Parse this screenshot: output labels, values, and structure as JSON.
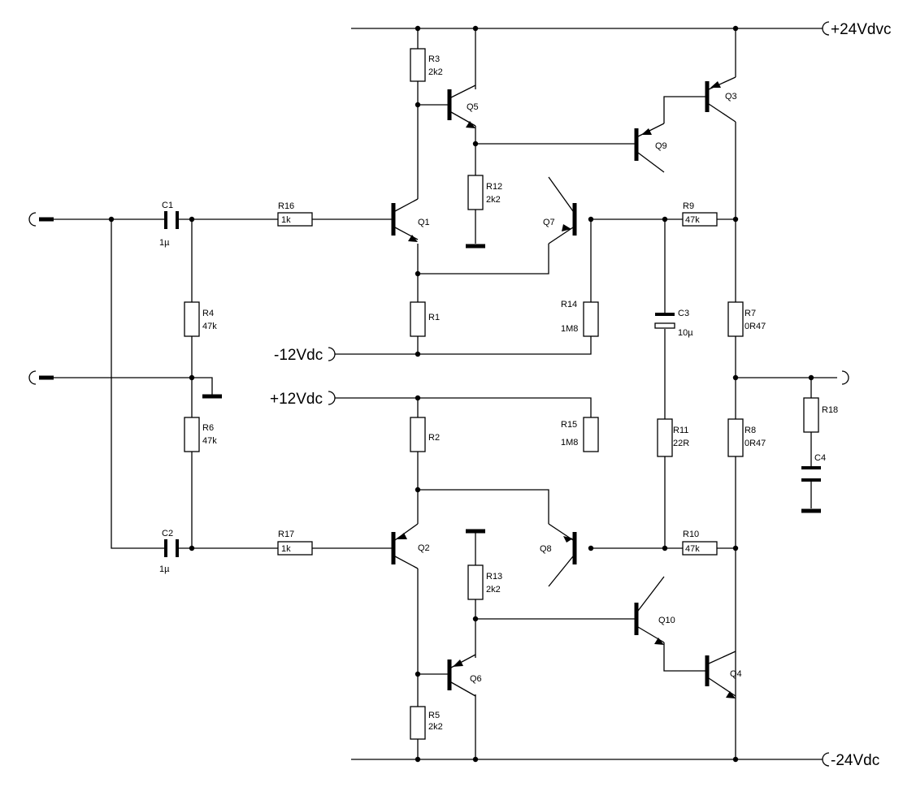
{
  "rails": {
    "pos24": "+24Vdvc",
    "neg24": "-24Vdc",
    "neg12": "-12Vdc",
    "pos12": "+12Vdc"
  },
  "resistors": [
    {
      "id": "R3",
      "value": "2k2"
    },
    {
      "id": "R12",
      "value": "2k2"
    },
    {
      "id": "R16",
      "value": "1k"
    },
    {
      "id": "R9",
      "value": "47k"
    },
    {
      "id": "R4",
      "value": "47k"
    },
    {
      "id": "R1",
      "value": ""
    },
    {
      "id": "R14",
      "value": "1M8"
    },
    {
      "id": "R7",
      "value": "0R47"
    },
    {
      "id": "R18",
      "value": ""
    },
    {
      "id": "R6",
      "value": "47k"
    },
    {
      "id": "R2",
      "value": ""
    },
    {
      "id": "R15",
      "value": "1M8"
    },
    {
      "id": "R11",
      "value": "22R"
    },
    {
      "id": "R8",
      "value": "0R47"
    },
    {
      "id": "R17",
      "value": "1k"
    },
    {
      "id": "R10",
      "value": "47k"
    },
    {
      "id": "R13",
      "value": "2k2"
    },
    {
      "id": "R5",
      "value": "2k2"
    }
  ],
  "capacitors": [
    {
      "id": "C1",
      "value": "1µ"
    },
    {
      "id": "C2",
      "value": "1µ"
    },
    {
      "id": "C3",
      "value": "10µ"
    },
    {
      "id": "C4",
      "value": ""
    }
  ],
  "transistors": [
    "Q1",
    "Q2",
    "Q3",
    "Q4",
    "Q5",
    "Q6",
    "Q7",
    "Q8",
    "Q9",
    "Q10"
  ]
}
